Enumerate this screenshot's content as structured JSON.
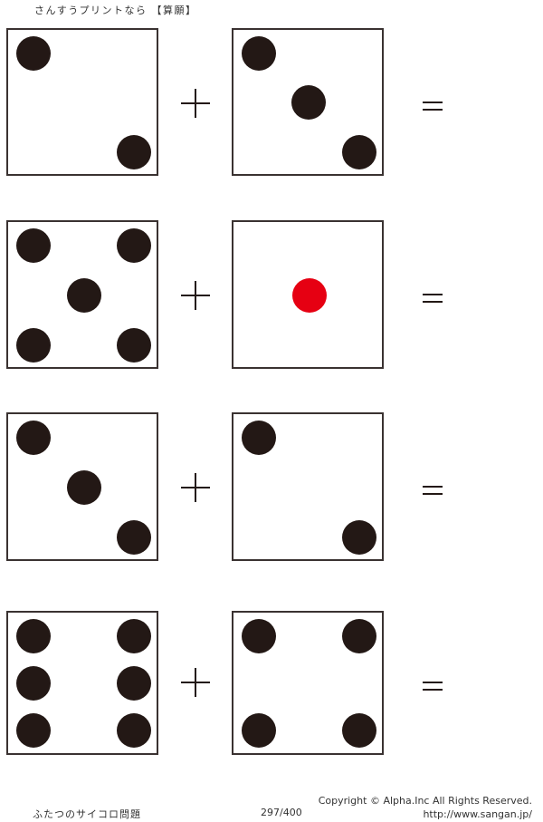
{
  "header": {
    "title": "さんすうプリントなら 【算願】"
  },
  "colors": {
    "pip": "#231815",
    "highlight_pip": "#e60012",
    "border": "#3a3231"
  },
  "operators": {
    "plus": "+",
    "equals": "="
  },
  "problems": [
    {
      "die_a": 2,
      "die_b": 3
    },
    {
      "die_a": 5,
      "die_b": 1
    },
    {
      "die_a": 3,
      "die_b": 2
    },
    {
      "die_a": 6,
      "die_b": 4
    }
  ],
  "footer": {
    "title": "ふたつのサイコロ問題",
    "page": "297/400",
    "copyright": "Copyright ©  Alpha.Inc All Rights Reserved.",
    "url": "http://www.sangan.jp/"
  }
}
